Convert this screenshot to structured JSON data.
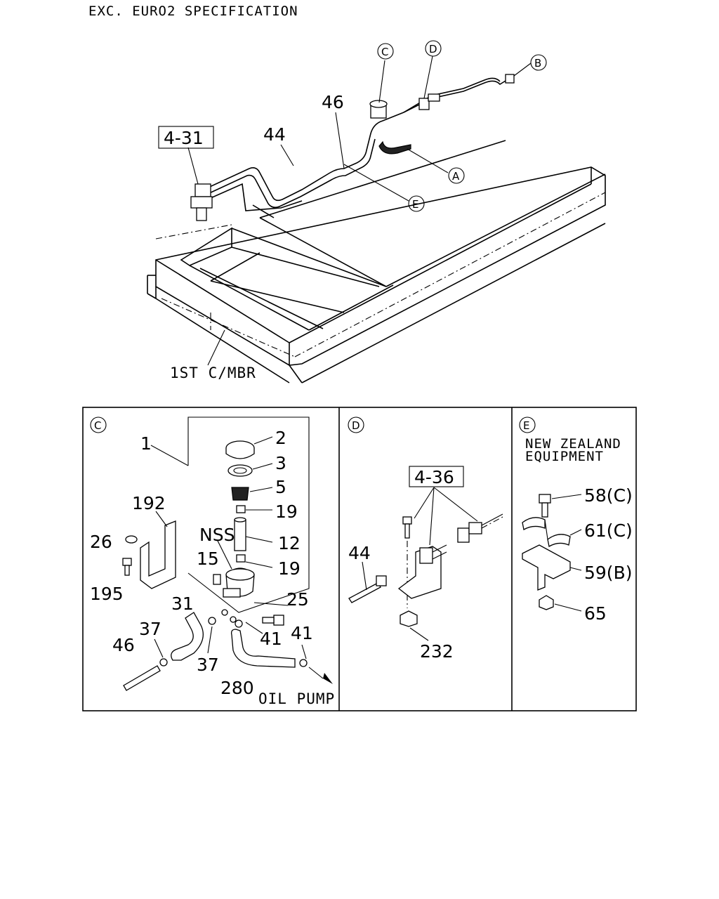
{
  "header": {
    "spec": "EXC. EURO2 SPECIFICATION"
  },
  "overview": {
    "ref_a": "4-31",
    "part_44": "44",
    "part_46": "46",
    "callout_a": "A",
    "callout_b": "B",
    "callout_c": "C",
    "callout_d": "D",
    "callout_e": "E",
    "crossmember": "1ST C/MBR"
  },
  "panel_c": {
    "marker": "C",
    "parts": {
      "p1": "1",
      "p2": "2",
      "p3": "3",
      "p5": "5",
      "p19a": "19",
      "p12": "12",
      "p19b": "19",
      "nss": "NSS",
      "p192": "192",
      "p26": "26",
      "p15": "15",
      "p195": "195",
      "p25": "25",
      "p31": "31",
      "p37a": "37",
      "p37b": "37",
      "p41a": "41",
      "p41b": "41",
      "p46": "46",
      "p280": "280"
    },
    "oil_pump": "OIL PUMP"
  },
  "panel_d": {
    "marker": "D",
    "ref": "4-36",
    "p44": "44",
    "p232": "232"
  },
  "panel_e": {
    "marker": "E",
    "title_line1": "NEW ZEALAND",
    "title_line2": "EQUIPMENT",
    "p58": "58(C)",
    "p61": "61(C)",
    "p59": "59(B)",
    "p65": "65"
  }
}
